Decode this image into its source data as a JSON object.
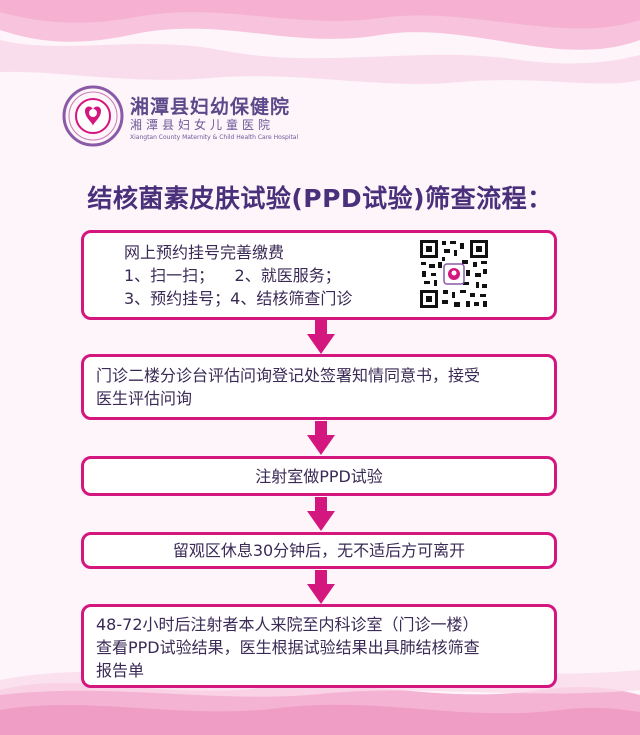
{
  "header": {
    "logo_icon": "hospital-logo-icon",
    "name_cn": "湘潭县妇幼保健院",
    "name_cn_alt": "湘潭县妇女儿童医院",
    "name_en": "Xiangtan County Maternity & Child Health Care Hospital"
  },
  "title": "结核菌素皮肤试验(PPD试验)筛查流程：",
  "steps": [
    {
      "lines": [
        "网上预约挂号完善缴费",
        "1、扫一扫；    2、就医服务；",
        "3、预约挂号；4、结核筛查门诊"
      ],
      "qr_icon": "qr-code-icon"
    },
    {
      "lines": [
        "门诊二楼分诊台评估问询登记处签署知情同意书，接受",
        "医生评估问询"
      ]
    },
    {
      "lines": [
        "注射室做PPD试验"
      ]
    },
    {
      "lines": [
        "留观区休息30分钟后，无不适后方可离开"
      ]
    },
    {
      "lines": [
        "48-72小时后注射者本人来院至内科诊室（门诊一楼）",
        "查看PPD试验结果，医生根据试验结果出具肺结核筛查",
        "报告单"
      ]
    }
  ],
  "colors": {
    "accent": "#d4167f",
    "title": "#4a2f7a",
    "background": "#fdf5fa"
  },
  "arrow_icon": "down-arrow-icon"
}
